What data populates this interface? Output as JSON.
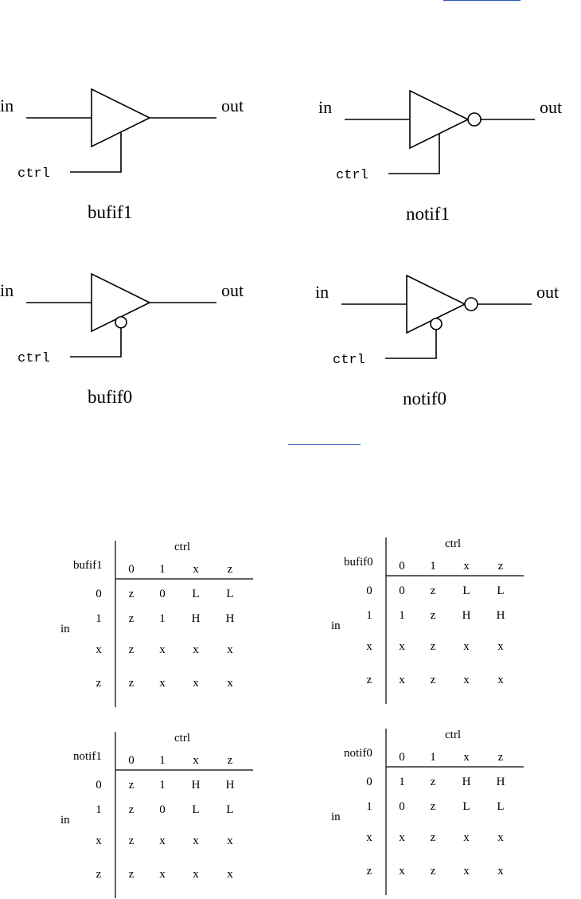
{
  "gates": [
    {
      "id": "bufif1",
      "name": "bufif1",
      "in": "in",
      "out": "out",
      "ctrl": "ctrl",
      "inverted_out": false,
      "ctrl_active_low": false
    },
    {
      "id": "notif1",
      "name": "notif1",
      "in": "in",
      "out": "out",
      "ctrl": "ctrl",
      "inverted_out": true,
      "ctrl_active_low": false
    },
    {
      "id": "bufif0",
      "name": "bufif0",
      "in": "in",
      "out": "out",
      "ctrl": "ctrl",
      "inverted_out": false,
      "ctrl_active_low": true
    },
    {
      "id": "notif0",
      "name": "notif0",
      "in": "in",
      "out": "out",
      "ctrl": "ctrl",
      "inverted_out": true,
      "ctrl_active_low": true
    }
  ],
  "tables": [
    {
      "id": "bufif1",
      "name": "bufif1",
      "col_header": "ctrl",
      "row_header": "in",
      "cols": [
        "0",
        "1",
        "x",
        "z"
      ],
      "rows": [
        "0",
        "1",
        "x",
        "z"
      ],
      "cells": [
        [
          "z",
          "0",
          "L",
          "L"
        ],
        [
          "z",
          "1",
          "H",
          "H"
        ],
        [
          "z",
          "x",
          "x",
          "x"
        ],
        [
          "z",
          "x",
          "x",
          "x"
        ]
      ]
    },
    {
      "id": "bufif0",
      "name": "bufif0",
      "col_header": "ctrl",
      "row_header": "in",
      "cols": [
        "0",
        "1",
        "x",
        "z"
      ],
      "rows": [
        "0",
        "1",
        "x",
        "z"
      ],
      "cells": [
        [
          "0",
          "z",
          "L",
          "L"
        ],
        [
          "1",
          "z",
          "H",
          "H"
        ],
        [
          "x",
          "z",
          "x",
          "x"
        ],
        [
          "x",
          "z",
          "x",
          "x"
        ]
      ]
    },
    {
      "id": "notif1",
      "name": "notif1",
      "col_header": "ctrl",
      "row_header": "in",
      "cols": [
        "0",
        "1",
        "x",
        "z"
      ],
      "rows": [
        "0",
        "1",
        "x",
        "z"
      ],
      "cells": [
        [
          "z",
          "1",
          "H",
          "H"
        ],
        [
          "z",
          "0",
          "L",
          "L"
        ],
        [
          "z",
          "x",
          "x",
          "x"
        ],
        [
          "z",
          "x",
          "x",
          "x"
        ]
      ]
    },
    {
      "id": "notif0",
      "name": "notif0",
      "col_header": "ctrl",
      "row_header": "in",
      "cols": [
        "0",
        "1",
        "x",
        "z"
      ],
      "rows": [
        "0",
        "1",
        "x",
        "z"
      ],
      "cells": [
        [
          "1",
          "z",
          "H",
          "H"
        ],
        [
          "0",
          "z",
          "L",
          "L"
        ],
        [
          "x",
          "z",
          "x",
          "x"
        ],
        [
          "x",
          "z",
          "x",
          "x"
        ]
      ]
    }
  ],
  "colors": {
    "link": "#2a52be",
    "ink": "#000000"
  }
}
